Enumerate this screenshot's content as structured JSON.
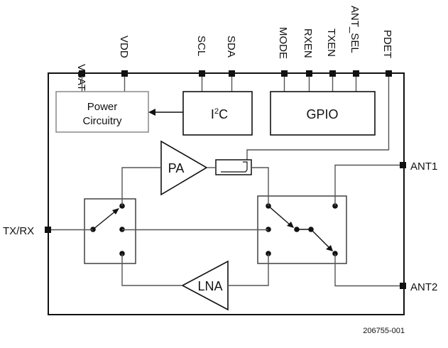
{
  "top_pins": {
    "vbat": "VBAT",
    "vdd": "VDD",
    "scl": "SCL",
    "sda": "SDA",
    "mode": "MODE",
    "rxen": "RXEN",
    "txen": "TXEN",
    "ant_sel": "ANT_SEL",
    "pdet": "PDET"
  },
  "side_pins": {
    "txrx": "TX/RX",
    "ant1": "ANT1",
    "ant2": "ANT2"
  },
  "blocks": {
    "power_line1": "Power",
    "power_line2": "Circuitry",
    "i2c_main": "I",
    "i2c_sup": "2",
    "i2c_tail": "C",
    "gpio": "GPIO",
    "pa": "PA",
    "lna": "LNA"
  },
  "figure_ref": "206755-001"
}
